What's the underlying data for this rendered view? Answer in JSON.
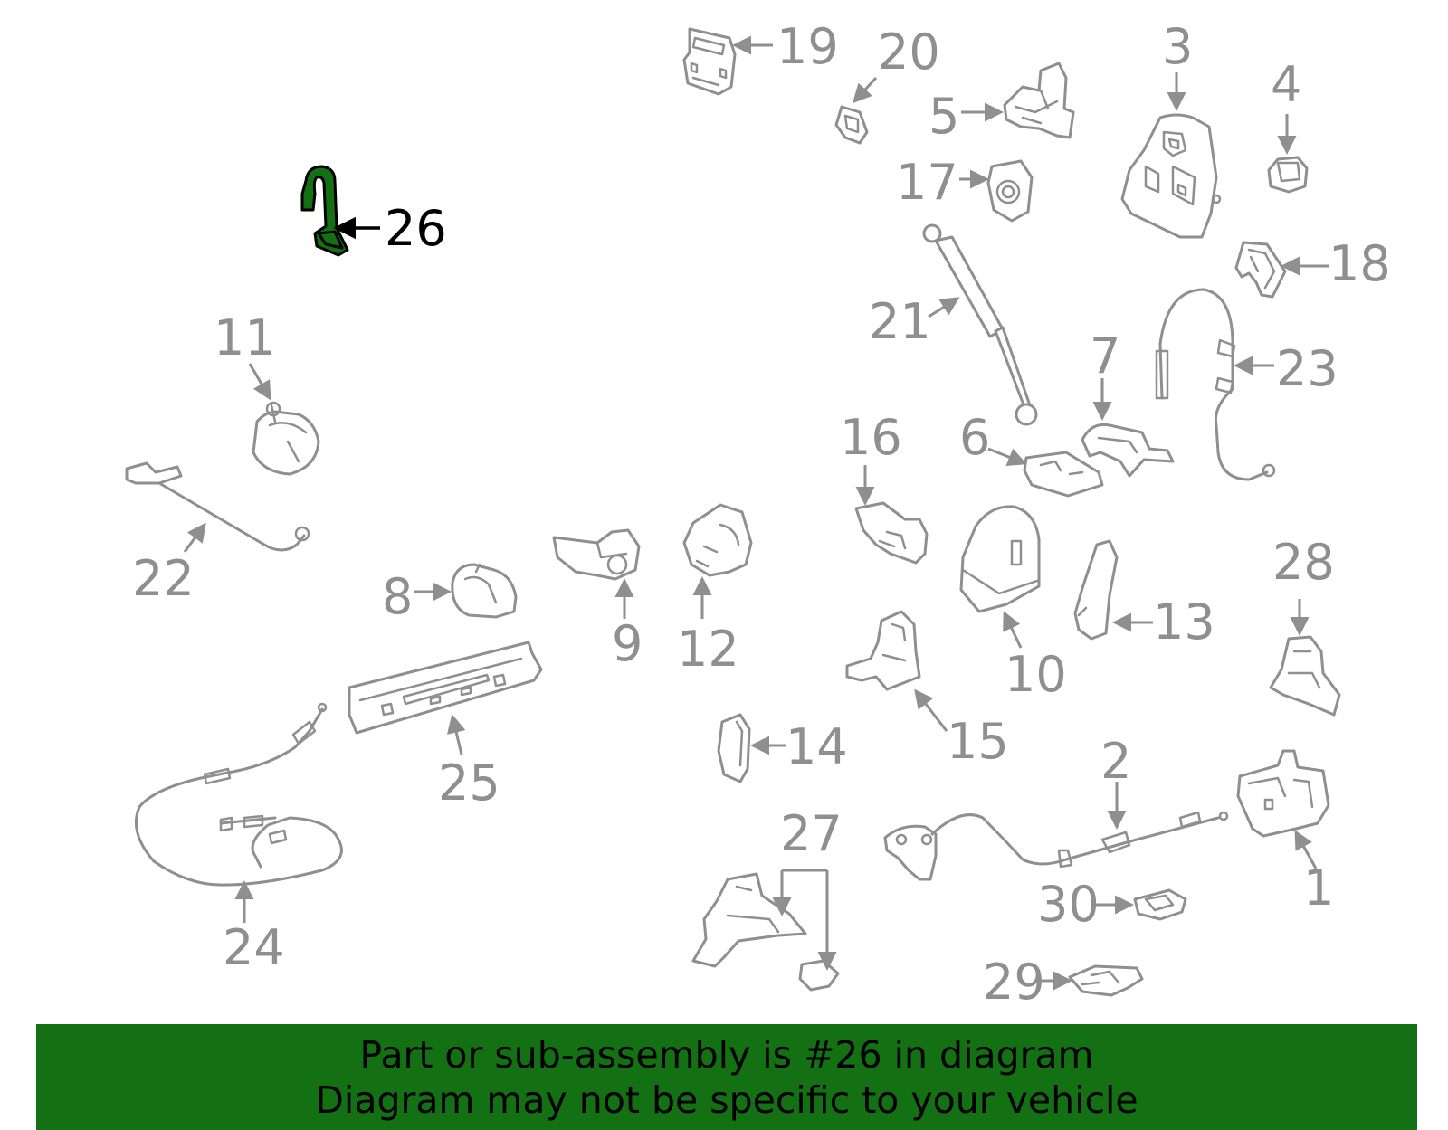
{
  "colors": {
    "highlight": "#137013",
    "part_outline": "#8f8f8f",
    "banner_background": "#137013",
    "label_highlight": "#000000"
  },
  "highlighted_part": "26",
  "callouts": [
    "1",
    "2",
    "3",
    "4",
    "5",
    "6",
    "7",
    "8",
    "9",
    "10",
    "11",
    "12",
    "13",
    "14",
    "15",
    "16",
    "17",
    "18",
    "19",
    "20",
    "21",
    "22",
    "23",
    "24",
    "25",
    "26",
    "27",
    "28",
    "29",
    "30"
  ],
  "banner": {
    "line1": "Part or sub-assembly is #26 in diagram",
    "line2": "Diagram may not be specific to your vehicle"
  }
}
